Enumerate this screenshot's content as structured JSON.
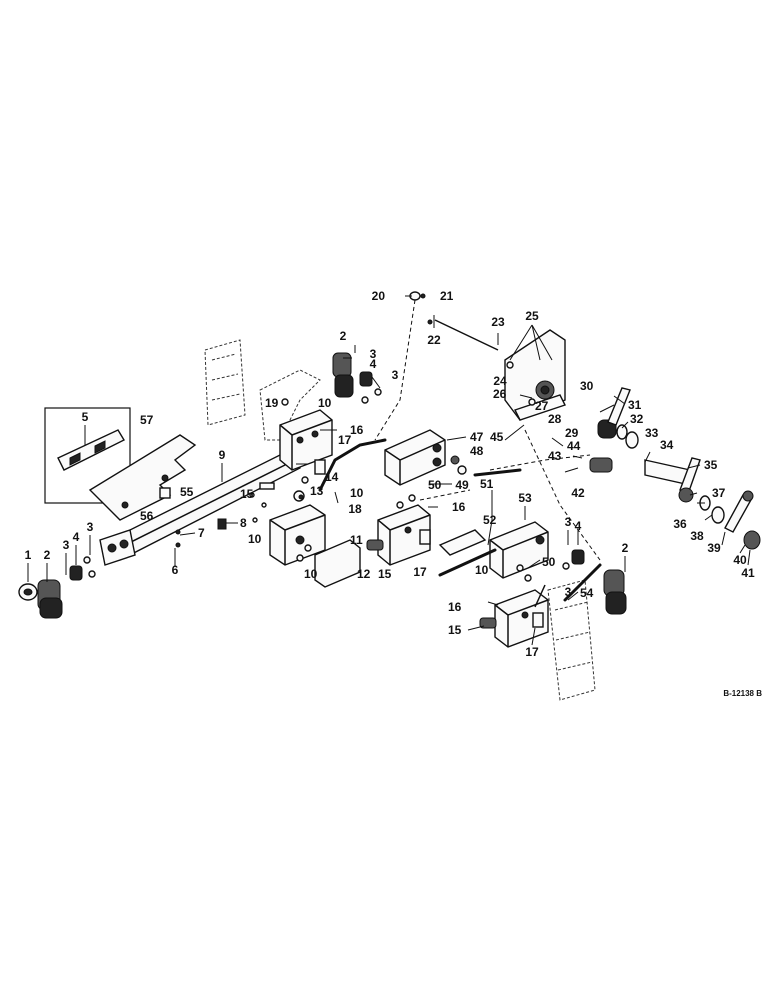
{
  "drawing_code": "B-12138 B",
  "callouts": [
    "1",
    "2",
    "3",
    "4",
    "5",
    "6",
    "7",
    "8",
    "9",
    "10",
    "11",
    "12",
    "13",
    "14",
    "15",
    "16",
    "17",
    "18",
    "19",
    "20",
    "21",
    "22",
    "23",
    "24",
    "25",
    "26",
    "27",
    "28",
    "29",
    "30",
    "31",
    "32",
    "33",
    "34",
    "35",
    "36",
    "37",
    "38",
    "39",
    "40",
    "41",
    "42",
    "43",
    "44",
    "45",
    "47",
    "48",
    "49",
    "50",
    "51",
    "52",
    "53",
    "54",
    "55",
    "56",
    "57"
  ]
}
